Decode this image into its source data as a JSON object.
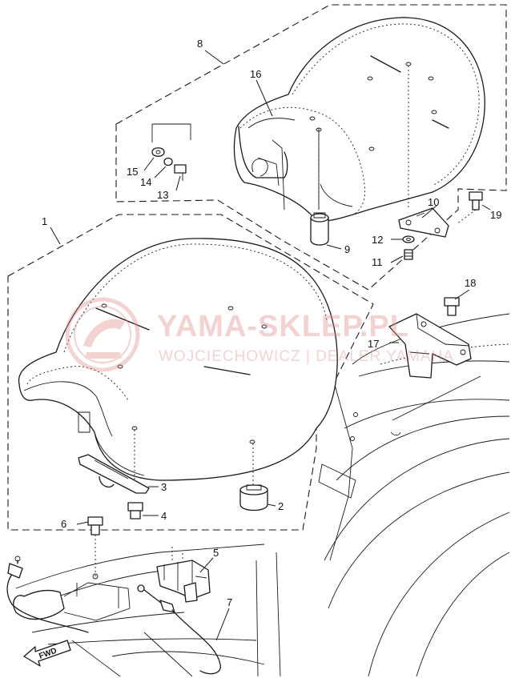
{
  "callouts": [
    {
      "id": "1",
      "label": "1"
    },
    {
      "id": "2",
      "label": "2"
    },
    {
      "id": "3",
      "label": "3"
    },
    {
      "id": "4",
      "label": "4"
    },
    {
      "id": "5",
      "label": "5"
    },
    {
      "id": "6",
      "label": "6"
    },
    {
      "id": "7",
      "label": "7"
    },
    {
      "id": "8",
      "label": "8"
    },
    {
      "id": "9",
      "label": "9"
    },
    {
      "id": "10",
      "label": "10"
    },
    {
      "id": "11",
      "label": "11"
    },
    {
      "id": "12",
      "label": "12"
    },
    {
      "id": "13",
      "label": "13"
    },
    {
      "id": "14",
      "label": "14"
    },
    {
      "id": "15",
      "label": "15"
    },
    {
      "id": "16",
      "label": "16"
    },
    {
      "id": "17",
      "label": "17"
    },
    {
      "id": "18",
      "label": "18"
    },
    {
      "id": "19",
      "label": "19"
    }
  ],
  "watermark": {
    "brand": "YAMA-SKLEP.PL",
    "tagline": "WOJCIECHOWICZ | DEALER YAMAHA",
    "color": "#e08a8a"
  },
  "direction_marker": {
    "label": "FWD"
  },
  "colors": {
    "line": "#1a1a1a",
    "background": "#ffffff"
  }
}
